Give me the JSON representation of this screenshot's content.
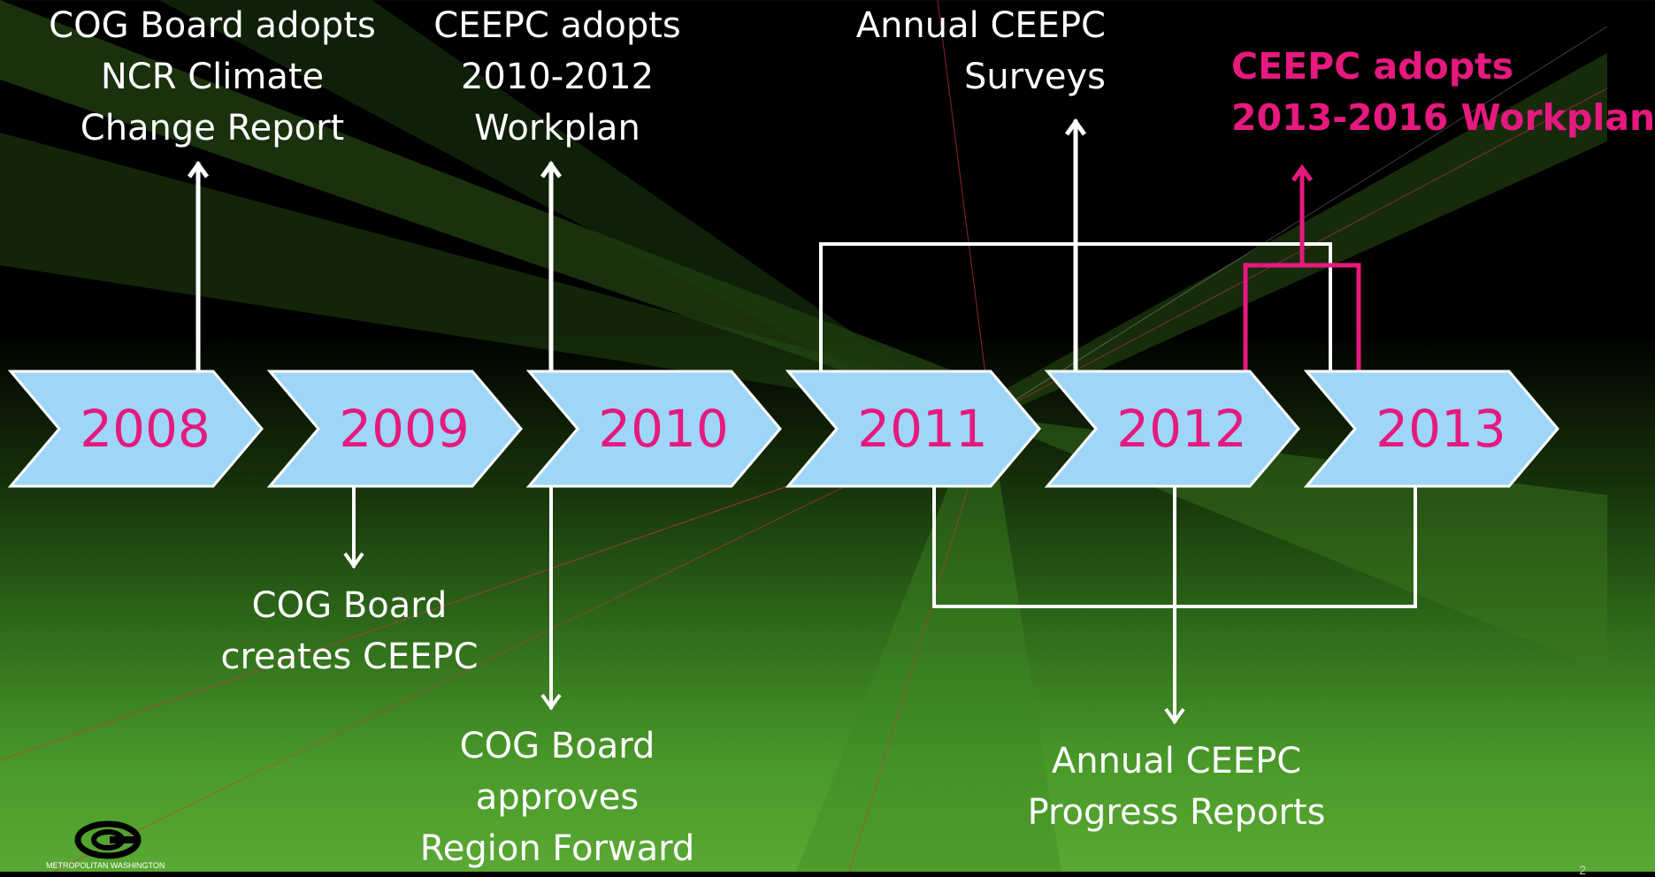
{
  "colors": {
    "chevron_fill": "#9fd6f7",
    "year_text": "#e6197f",
    "accent_pink": "#e6197f",
    "line_white": "#ffffff"
  },
  "years": [
    "2008",
    "2009",
    "2010",
    "2011",
    "2012",
    "2013"
  ],
  "events_above": [
    {
      "lines": [
        "COG Board adopts",
        "NCR Climate",
        "Change Report"
      ]
    },
    {
      "lines": [
        "CEEPC adopts",
        "2010-2012",
        "Workplan"
      ]
    },
    {
      "lines": [
        "Annual CEEPC",
        "Surveys"
      ]
    },
    {
      "lines": [
        "CEEPC adopts",
        "2013-2016 Workplan"
      ],
      "highlight": true
    }
  ],
  "events_below": [
    {
      "lines": [
        "COG Board",
        "creates CEEPC"
      ]
    },
    {
      "lines": [
        "COG Board",
        "approves",
        "Region Forward"
      ]
    },
    {
      "lines": [
        "Annual CEEPC",
        "Progress Reports"
      ]
    }
  ],
  "logo": {
    "icon": "cog-logo-icon",
    "text": "METROPOLITAN WASHINGTON"
  },
  "page_number": "2"
}
